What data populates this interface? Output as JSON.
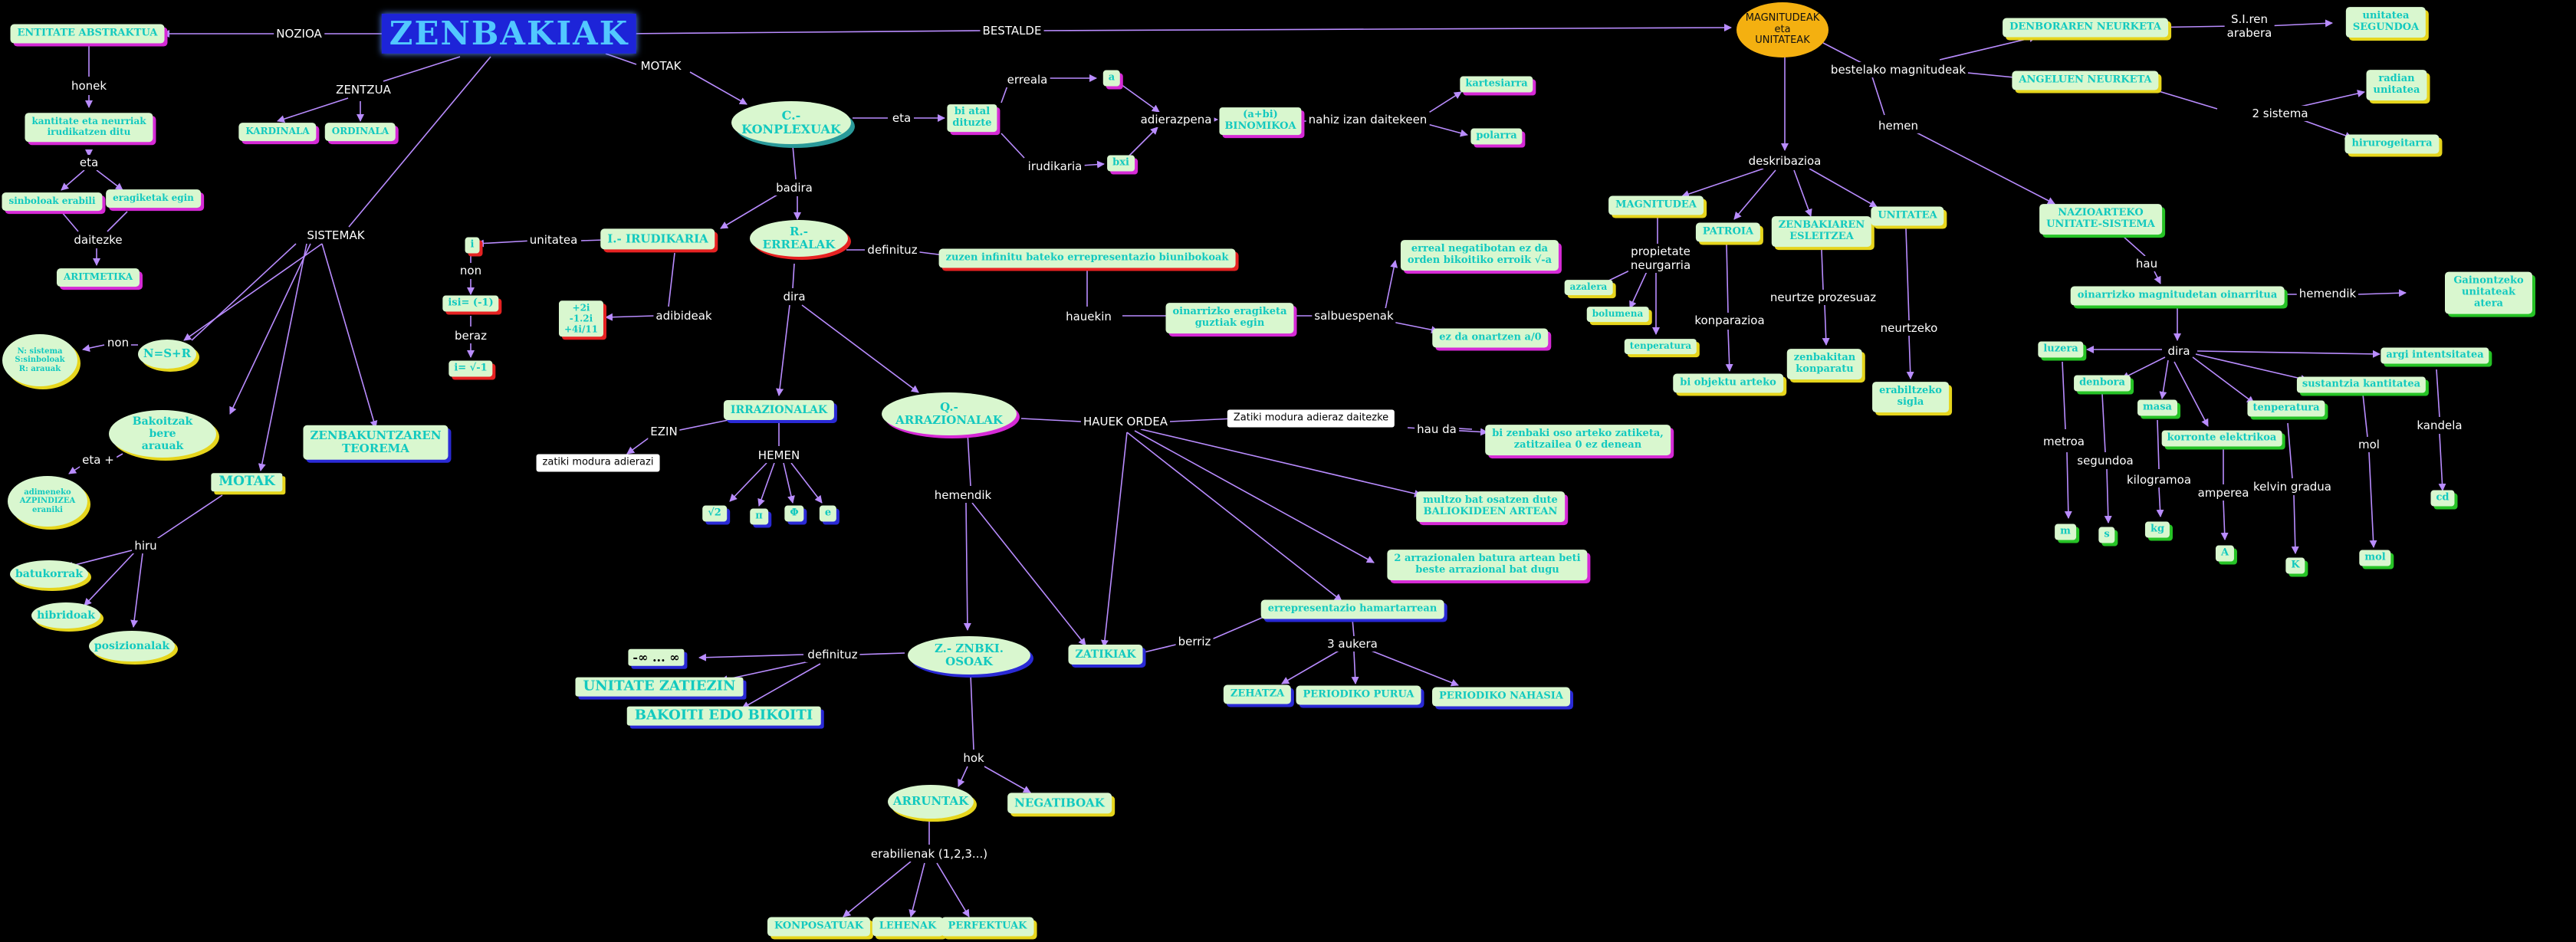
{
  "nodes": {
    "zenbakiak": "ZENBAKIAK",
    "entitate": "ENTITATE ABSTRAKTUA",
    "kantitate": "kantitate eta neurriak\nirudikatzen ditu",
    "sinboloak": "sinboloak erabili",
    "eragiketak": "eragiketak egin",
    "aritmetika": "ARITMETIKA",
    "kardinala": "KARDINALA",
    "ordinala": "ORDINALA",
    "nsr": "N=S+R",
    "n_sistema": "N: sistema\nS:sinboloak\nR: arauak",
    "bakoitzak": "Bakoitzak bere\narauak",
    "adimena": "adimeneko\nAZPINDIZEA\neraniki",
    "motak": "MOTAK",
    "batukorrak": "batukorrak",
    "hibridoak": "hibridoak",
    "posizionalak": "posizionalak",
    "teorema": "ZENBAKUNTZAREN\nTEOREMA",
    "i_box": "i",
    "isq": "isi= (-1)",
    "ieqsqrt": "i= √-1",
    "adib": "+2i\n-1.2i\n+4i/11",
    "irudikaria": "I.- IRUDIKARIA",
    "konplexuak": "C.- KONPLEXUAK",
    "bi_atal": "bi atal\ndituzte",
    "a_box": "a",
    "bxi": "bxi",
    "binomikoa": "(a+bi)\nBINOMIKOA",
    "kartesiarra": "kartesiarra",
    "polarra": "polarra",
    "errealak": "R.- ERREALAK",
    "zuzen": "zuzen infinitu bateko errepresentazio biunibokoak",
    "oinarrizko_er": "oinarrizko eragiketa\nguztiak egin",
    "erreal_negatibo": "erreal negatibotan ez da\norden bikoitiko erroik √-a",
    "ez_da_onartzen": "ez da onartzen a/0",
    "irrazionalak": "IRRAZIONALAK",
    "zatiki_modura": "zatiki modura adierazi",
    "sqrt2": "√2",
    "pi": "π",
    "phi": "Φ",
    "e": "e",
    "arrazionalak": "Q.- ARRAZIONALAK",
    "zatiki_adieraz": "Zatiki modura adieraz daitezke",
    "bi_zenbaki": "bi zenbaki oso arteko zatiketa,\nzatitzailea 0 ez denean",
    "multzo": "multzo bat osatzen dute\nBALIOKIDEEN ARTEAN",
    "bi_arrazional": "2 arrazionalen batura artean beti\nbeste arrazional bat dugu",
    "errepresentazio": "errepresentazio hamartarrean",
    "zatikiak": "ZATIKIAK",
    "zehatza": "ZEHATZA",
    "periodiko_purua": "PERIODIKO PURUA",
    "periodiko_nahasia": "PERIODIKO NAHASIA",
    "osoak": "Z.- ZNBKI. OSOAK",
    "infinitu": "-∞ ... ∞",
    "unitate": "UNITATE ZATIEZIN",
    "bakoiti": "BAKOITI EDO BIKOITI",
    "arruntak": "ARRUNTAK",
    "negatiboak": "NEGATIBOAK",
    "konposatuak": "KONPOSATUAK",
    "lehenak": "LEHENAK",
    "perfektuak": "PERFEKTUAK",
    "magnitudeak": "MAGNITUDEAK\neta\nUNITATEAK",
    "denboraren": "DENBORAREN NEURKETA",
    "unitatea_segundoa": "unitatea\nSEGUNDOA",
    "angeluen": "ANGELUEN NEURKETA",
    "radian": "radian\nunitatea",
    "hirurogeitarra": "hirurogeitarra",
    "magnitudea": "MAGNITUDEA",
    "patroia": "PATROIA",
    "zenbakiaren": "ZENBAKIAREN\nESLEITZEA",
    "unitatea": "UNITATEA",
    "azalera": "azalera",
    "bolumena": "bolumena",
    "tenperatura_m": "tenperatura",
    "bi_objektu": "bi objektu arteko",
    "zenbakitan": "zenbakitan\nkonparatu",
    "erabiltzeko": "erabiltzeko\nsigla",
    "nazioarteko": "NAZIOARTEKO\nUNITATE-SISTEMA",
    "oinarrizko_mag": "oinarrizko magnitudetan oinarritua",
    "gainontzeko": "Gainontzeko unitateak atera",
    "luzera": "luzera",
    "denbora": "denbora",
    "masa": "masa",
    "korronte": "korronte elektrikoa",
    "tenperatura": "tenperatura",
    "substantzia": "sustantzia kantitatea",
    "argi": "argi intentsitatea",
    "m": "m",
    "s": "s",
    "kg": "kg",
    "A": "A",
    "K": "K",
    "mol_b": "mol",
    "cd": "cd"
  },
  "labels": {
    "nozioa": "NOZIOA",
    "bestalde": "BESTALDE",
    "zentzua": "ZENTZUA",
    "motak": "MOTAK",
    "honek": "honek",
    "eta": "eta",
    "daitezke": "daitezke",
    "sistemak": "SISTEMAK",
    "non": "non",
    "eta2": "eta +",
    "hiru": "hiru",
    "unitatea": "unitatea",
    "non2": "non",
    "beraz": "beraz",
    "adibideak": "adibideak",
    "badira": "badira",
    "eta3": "eta",
    "erreala": "erreala",
    "irudikaria": "irudikaria",
    "adierazpena": "adierazpena",
    "nahiz": "nahiz izan daitekeen",
    "definituz": "definituz",
    "hauekin": "hauekin",
    "salbuespenak": "salbuespenak",
    "dira": "dira",
    "ezin": "EZIN",
    "hemen": "HEMEN",
    "hauek_ordea": "HAUEK ORDEA",
    "hau_da": "hau da",
    "hemendik": "hemendik",
    "berriz": "berriz",
    "aukera3": "3 aukera",
    "definituz2": "definituz",
    "hok": "hok",
    "erabilienak": "erabilienak (1,2,3...)",
    "si_ren": "S.I.ren\narabera",
    "bestelako": "bestelako magnitudeak",
    "sistema2": "2 sistema",
    "hemen2": "hemen",
    "deskribazioa": "deskribazioa",
    "propietate": "propietate\nneurgarria",
    "konparazioa": "konparazioa",
    "neurtze": "neurtze prozesuaz",
    "neurtzeko": "neurtzeko",
    "hau": "hau",
    "hemendik2": "hemendik",
    "dira2": "dira",
    "metroa": "metroa",
    "segundoa": "segundoa",
    "kilogramoa": "kilogramoa",
    "amperea": "amperea",
    "kelvin": "kelvin gradua",
    "mol": "mol",
    "kandela": "kandela"
  },
  "colors": {
    "background": "#000000",
    "node_fill": "#d9f7cf",
    "node_text": "#12c9bf",
    "edge": "#b98cff",
    "title_fill": "#1d24d8",
    "magnitude_fill": "#f4b010"
  }
}
